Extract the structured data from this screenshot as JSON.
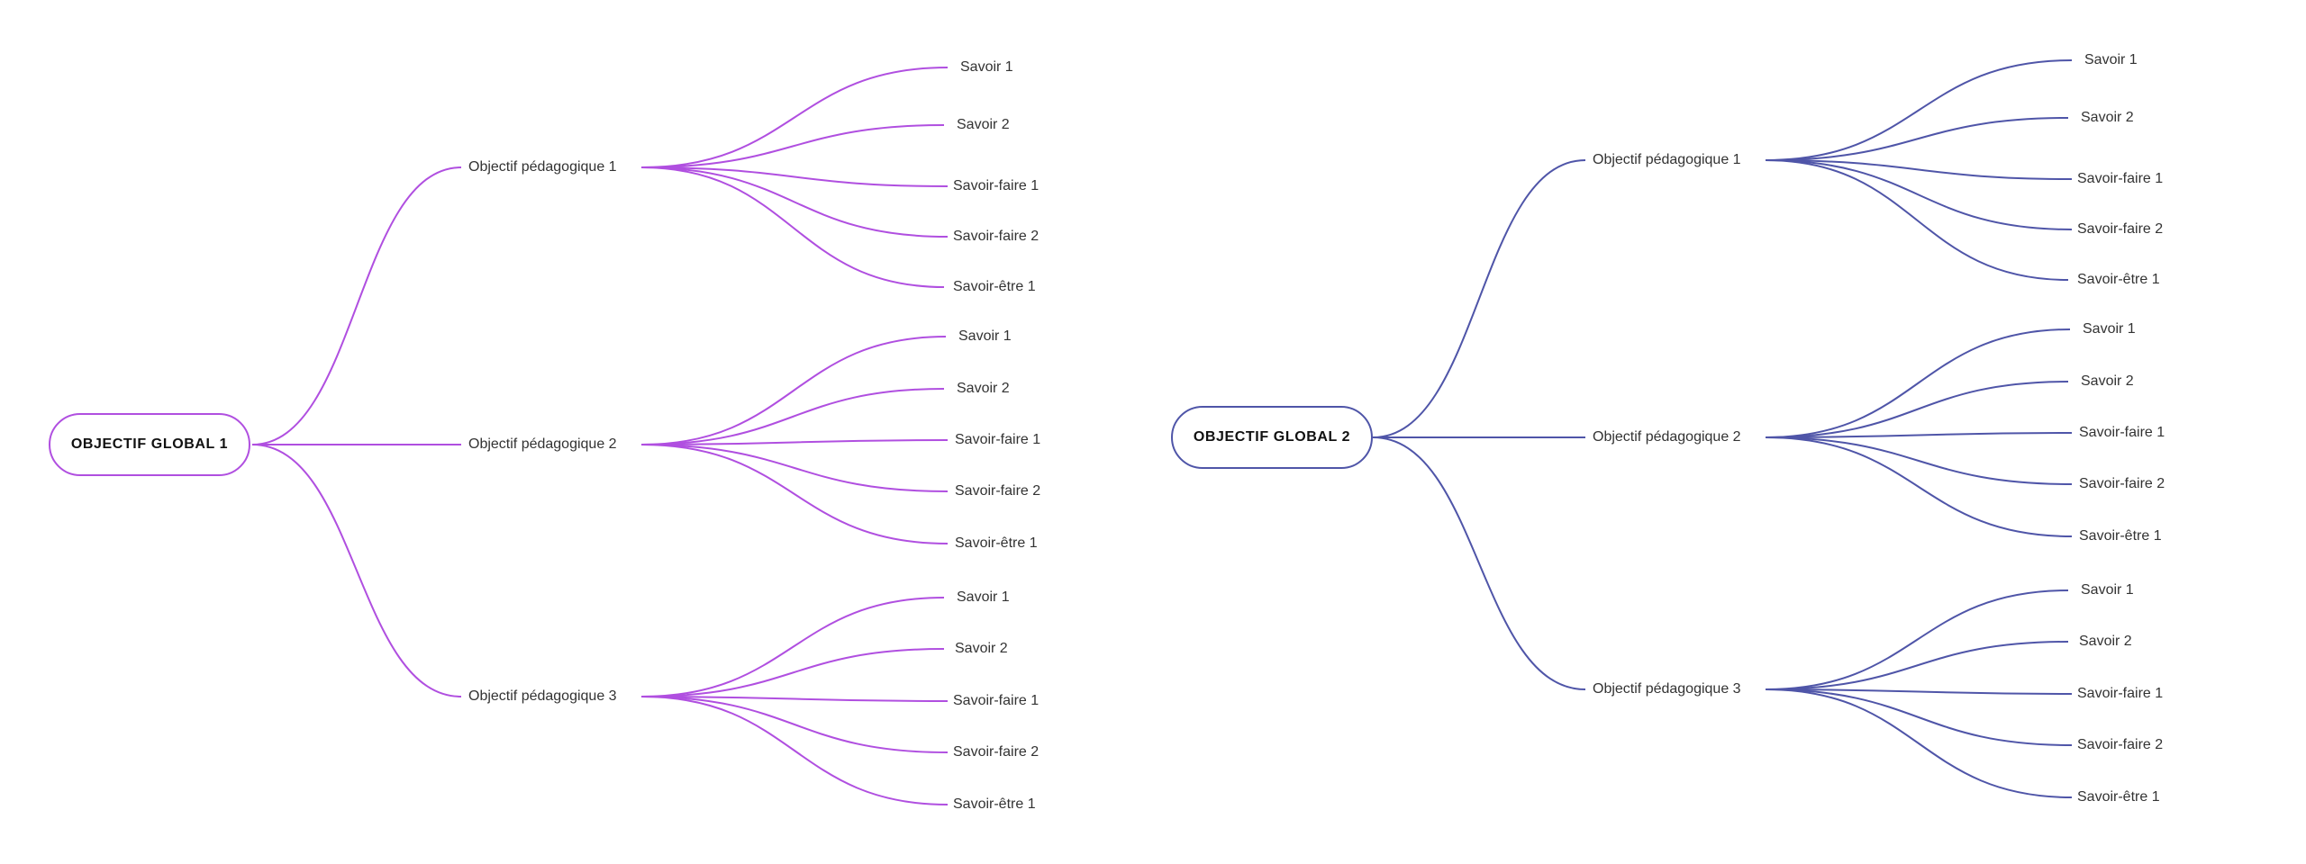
{
  "maps": [
    {
      "root": "OBJECTIF GLOBAL 1",
      "color": "#b04fe0",
      "objectives": [
        {
          "label": "Objectif pédagogique 1",
          "children": [
            "Savoir 1",
            "Savoir 2",
            "Savoir-faire 1",
            "Savoir-faire 2",
            "Savoir-être 1"
          ]
        },
        {
          "label": "Objectif pédagogique 2",
          "children": [
            "Savoir 1",
            "Savoir 2",
            "Savoir-faire 1",
            "Savoir-faire 2",
            "Savoir-être 1"
          ]
        },
        {
          "label": "Objectif pédagogique 3",
          "children": [
            "Savoir 1",
            "Savoir 2",
            "Savoir-faire 1",
            "Savoir-faire 2",
            "Savoir-être 1"
          ]
        }
      ]
    },
    {
      "root": "OBJECTIF GLOBAL 2",
      "color": "#4f55a8",
      "objectives": [
        {
          "label": "Objectif pédagogique 1",
          "children": [
            "Savoir 1",
            "Savoir 2",
            "Savoir-faire 1",
            "Savoir-faire 2",
            "Savoir-être 1"
          ]
        },
        {
          "label": "Objectif pédagogique 2",
          "children": [
            "Savoir 1",
            "Savoir 2",
            "Savoir-faire 1",
            "Savoir-faire 2",
            "Savoir-être 1"
          ]
        },
        {
          "label": "Objectif pédagogique 3",
          "children": [
            "Savoir 1",
            "Savoir 2",
            "Savoir-faire 1",
            "Savoir-faire 2",
            "Savoir-être 1"
          ]
        }
      ]
    }
  ]
}
